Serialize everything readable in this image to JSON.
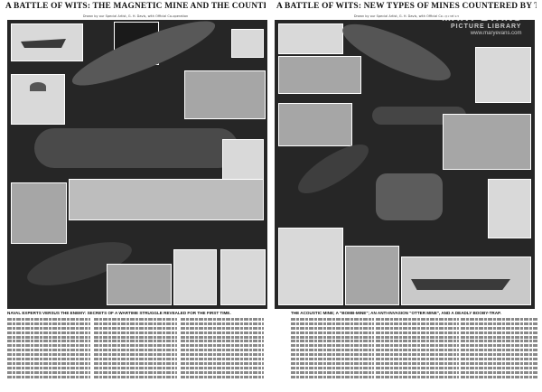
{
  "left": {
    "headline": "A BATTLE OF WITS: THE MAGNETIC MINE AND THE COUNTER-MOVES.",
    "caption": "NAVAL EXPERTS VERSUS THE ENEMY: SECRETS OF A WARTIME STRUGGLE REVEALED FOR THE FIRST TIME."
  },
  "right": {
    "headline": "A BATTLE OF WITS: NEW TYPES OF MINES COUNTERED BY THE NAVY.",
    "caption": "THE ACOUSTIC MINE; A \"BOMB-MINE\"; AN ANTI-INVASION \"OTTER MINE\", AND A DEADLY BOOBY-TRAP."
  },
  "credit": "Drawn by our Special Artist, G. H. Davis, with Official Co-operation",
  "watermark": {
    "name": "MARY EVANS",
    "sub": "PICTURE LIBRARY",
    "url": "www.maryevans.com"
  },
  "colors": {
    "background": "#ffffff",
    "illustration": "#262626",
    "text": "#111111"
  }
}
